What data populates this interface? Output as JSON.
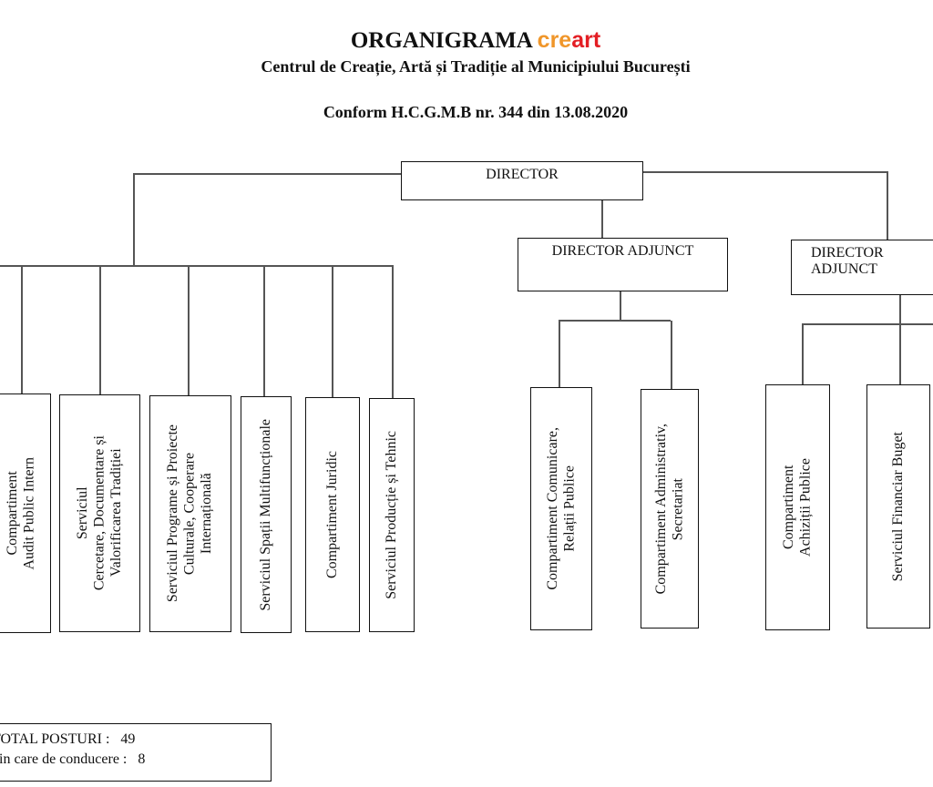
{
  "header": {
    "title_main": "ORGANIGRAMA",
    "title_brand_part1": "cre",
    "title_brand_part2": "art",
    "brand_colors": {
      "cre": "#f0962a",
      "art": "#e31e24"
    },
    "subtitle": "Centrul de Creație, Artă și Tradiție al Municipiului București",
    "decree": "Conform H.C.G.M.B nr. 344 din 13.08.2020"
  },
  "director": {
    "label": "DIRECTOR"
  },
  "deputy_directors": [
    {
      "label": "DIRECTOR  ADJUNCT"
    },
    {
      "label": "DIRECTOR  ADJUNCT"
    }
  ],
  "director_units": [
    {
      "label": "Compartiment\nAudit Public Intern"
    },
    {
      "label": "Serviciul\nCercetare, Documentare și\nValorificarea Tradiției"
    },
    {
      "label": "Serviciul Programe și Proiecte\nCulturale, Cooperare\nInternațională"
    },
    {
      "label": "Serviciul Spații Multifuncționale"
    },
    {
      "label": "Compartiment Juridic"
    },
    {
      "label": "Serviciul Producție și Tehnic"
    }
  ],
  "deputy1_units": [
    {
      "label": "Compartiment Comunicare,\nRelații Publice"
    },
    {
      "label": "Compartiment Administrativ,\nSecretariat"
    }
  ],
  "deputy2_units": [
    {
      "label": "Compartiment\nAchiziții Publice"
    },
    {
      "label": "Serviciul Financiar Buget"
    }
  ],
  "totals": {
    "total_label": "TOTAL POSTURI :",
    "total_value": "49",
    "mgmt_label": "din care de conducere :",
    "mgmt_value": "8"
  }
}
